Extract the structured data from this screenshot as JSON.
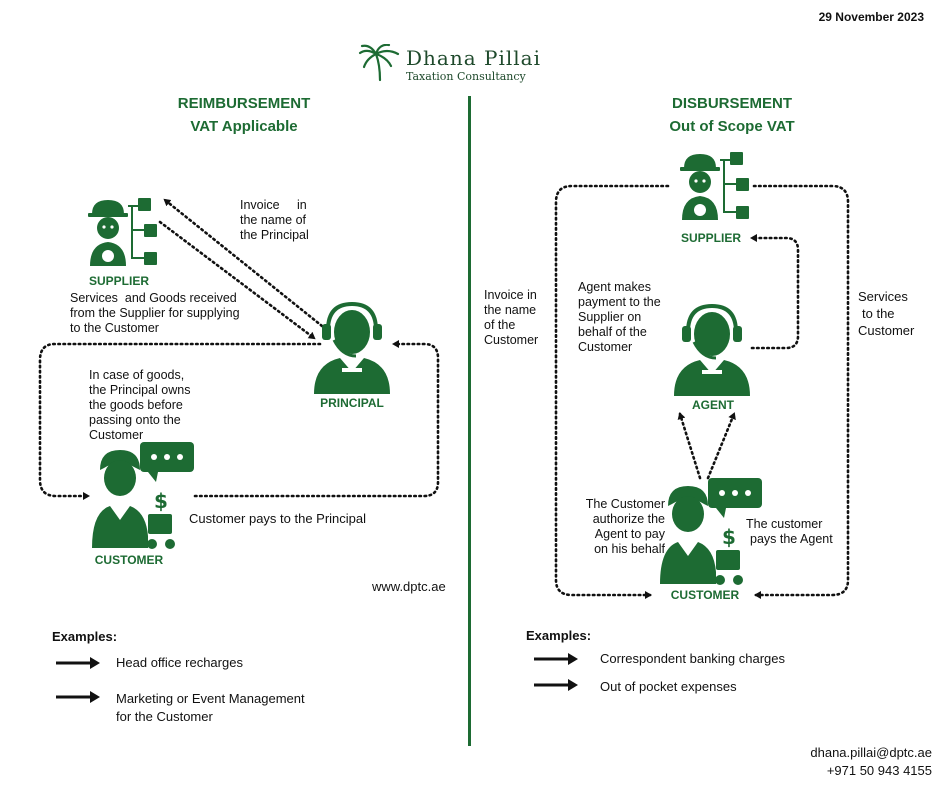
{
  "date": "29 November 2023",
  "brand": {
    "name": "Dhana Pillai",
    "tagline": "Taxation Consultancy"
  },
  "left": {
    "heading1": "REIMBURSEMENT",
    "heading2": "VAT Applicable",
    "supplier_label": "SUPPLIER",
    "principal_label": "PRINCIPAL",
    "customer_label": "CUSTOMER",
    "invoice_note": [
      "Invoice     in",
      "the name of",
      "the Principal"
    ],
    "services_note": [
      "Services  and Goods received",
      "from the Supplier for supplying",
      "to the Customer"
    ],
    "goods_note": [
      "In case of goods,",
      "the Principal owns",
      "the goods before",
      "passing onto the",
      "Customer"
    ],
    "payment_note": "Customer pays to the Principal",
    "examples_title": "Examples:",
    "examples": [
      {
        "text": [
          "Head office recharges"
        ]
      },
      {
        "text": [
          "Marketing or Event Management",
          "for the Customer"
        ]
      }
    ]
  },
  "right": {
    "heading1": "DISBURSEMENT",
    "heading2": "Out of Scope VAT",
    "supplier_label": "SUPPLIER",
    "agent_label": "AGENT",
    "customer_label": "CUSTOMER",
    "invoice_note": [
      "Invoice in",
      "the name",
      "of the",
      "Customer"
    ],
    "agent_note": [
      "Agent makes",
      "payment to the",
      "Supplier on",
      "behalf of the",
      "Customer"
    ],
    "services_note": [
      "Services",
      "to the",
      "Customer"
    ],
    "authorize_note": [
      "The Customer",
      "authorize the",
      "Agent to pay",
      "on his behalf"
    ],
    "pays_note": [
      "The customer",
      "pays the Agent"
    ],
    "examples_title": "Examples:",
    "examples": [
      {
        "text": [
          "Correspondent banking charges"
        ]
      },
      {
        "text": [
          "Out of pocket expenses"
        ]
      }
    ]
  },
  "website": "www.dptc.ae",
  "contact": {
    "email": "dhana.pillai@dptc.ae",
    "phone": "+971 50 943 4155"
  },
  "colors": {
    "accent": "#1d6b33",
    "text": "#111111"
  },
  "icons": [
    "palm-logo-icon",
    "supplier-icon",
    "principal-icon",
    "customer-icon",
    "agent-icon",
    "arrow-right-icon"
  ]
}
